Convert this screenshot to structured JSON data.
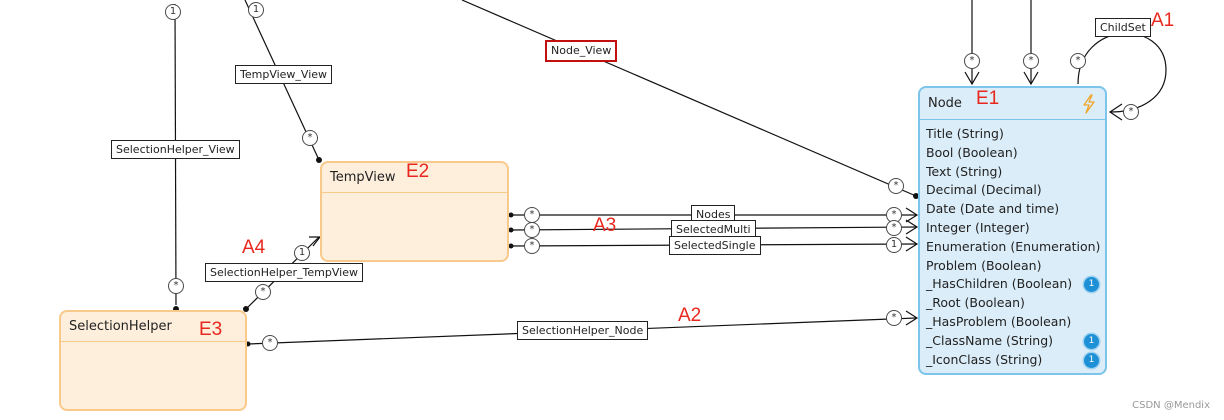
{
  "entities": {
    "node": {
      "name": "Node",
      "attributes": [
        {
          "label": "Title (String)",
          "badge": ""
        },
        {
          "label": "Bool (Boolean)",
          "badge": ""
        },
        {
          "label": "Text (String)",
          "badge": ""
        },
        {
          "label": "Decimal (Decimal)",
          "badge": ""
        },
        {
          "label": "Date (Date and time)",
          "badge": ""
        },
        {
          "label": "Integer (Integer)",
          "badge": ""
        },
        {
          "label": "Enumeration (Enumeration)",
          "badge": ""
        },
        {
          "label": "Problem (Boolean)",
          "badge": ""
        },
        {
          "label": "_HasChildren (Boolean)",
          "badge": "1"
        },
        {
          "label": "_Root (Boolean)",
          "badge": ""
        },
        {
          "label": "_HasProblem (Boolean)",
          "badge": ""
        },
        {
          "label": "_ClassName (String)",
          "badge": "1"
        },
        {
          "label": "_IconClass (String)",
          "badge": "1"
        }
      ]
    },
    "tempview": {
      "name": "TempView"
    },
    "selectionhelper": {
      "name": "SelectionHelper"
    }
  },
  "associations": {
    "childset": "ChildSet",
    "node_view": "Node_View",
    "tempview_view": "TempView_View",
    "selectionhelper_view": "SelectionHelper_View",
    "nodes": "Nodes",
    "selectedmulti": "SelectedMulti",
    "selectedsingle": "SelectedSingle",
    "selectionhelper_tempview": "SelectionHelper_TempView",
    "selectionhelper_node": "SelectionHelper_Node"
  },
  "multiplicity": {
    "one": "1",
    "many": "*"
  },
  "annotations": {
    "a1": "A1",
    "a2": "A2",
    "a3": "A3",
    "a4": "A4",
    "e1": "E1",
    "e2": "E2",
    "e3": "E3"
  },
  "watermark": "CSDN @Mendix",
  "colors": {
    "orange_entity_fill": "#fdefdc",
    "orange_entity_border": "#f8c98a",
    "blue_entity_fill": "#dbedf8",
    "blue_entity_border": "#7cc4ea",
    "annotation_red": "#e8281e",
    "selected_border": "#c21010",
    "badge_blue": "#1e90d6",
    "event_icon": "#f0a52a"
  },
  "icons": {
    "event_handler": "lightning-bolt-icon",
    "attribute_badge": "info-badge-icon"
  }
}
